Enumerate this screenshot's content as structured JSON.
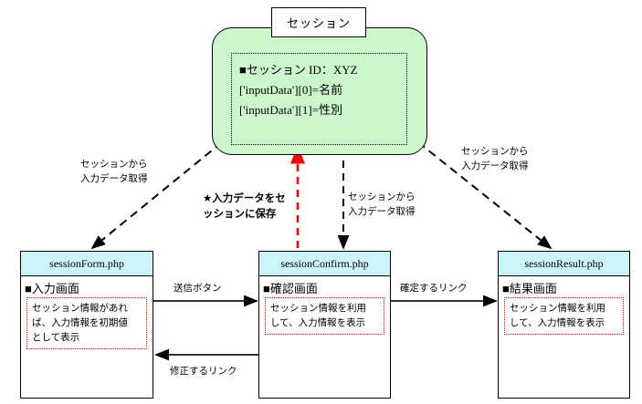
{
  "diagram": {
    "title": "セッション",
    "type": "php-session-flow-diagram"
  },
  "session": {
    "title": "セッション",
    "lines": [
      "■セッション ID：XYZ",
      "['inputData'][0]=名前",
      "['inputData'][1]=性別"
    ],
    "fill_color": "#ccf7cc"
  },
  "pages": [
    {
      "file": "sessionForm.php",
      "subtitle": "■入力画面",
      "note": [
        "セッション情報があれ",
        "ば、入力情報を初期値",
        "として表示"
      ],
      "header_color": "#ccf5fa"
    },
    {
      "file": "sessionConfirm.php",
      "subtitle": "■確認画面",
      "note": [
        "セッション情報を利用",
        "して、入力情報を表示"
      ],
      "header_color": "#ccf5fa"
    },
    {
      "file": "sessionResult.php",
      "subtitle": "■結果画面",
      "note": [
        "セッション情報を利用",
        "して、入力情報を表示"
      ],
      "header_color": "#ccf5fa"
    }
  ],
  "edges": {
    "left_diagonal": [
      "セッションから",
      "入力データ取得"
    ],
    "save_to_session": [
      "★入力データをセ",
      "ッションに保存"
    ],
    "middle_get": [
      "セッションから",
      "入力データ取得"
    ],
    "right_diagonal": [
      "セッションから",
      "入力データ取得"
    ],
    "submit_button": "送信ボタン",
    "fix_link": "修正するリンク",
    "confirm_link": "確定するリンク"
  },
  "colors": {
    "session_fill": "#ccf7cc",
    "page_header_fill": "#ccf5fa",
    "note_border": "#ff0000",
    "save_arrow": "#ff0000",
    "line": "#000000"
  }
}
